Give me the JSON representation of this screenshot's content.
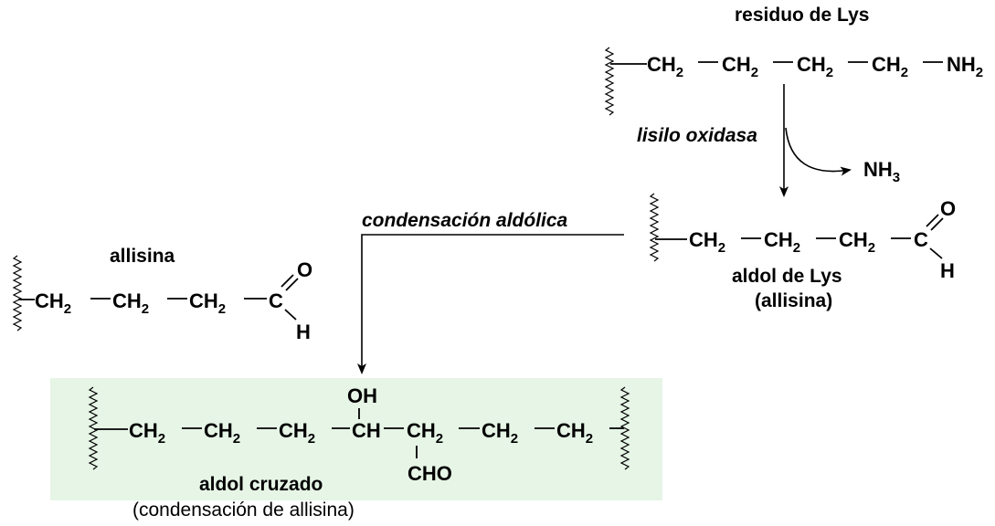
{
  "colors": {
    "highlight": "#e6f5e6",
    "ink": "#000000"
  },
  "lys_residue": {
    "label": "residuo de Lys",
    "groups": [
      "CH",
      "CH",
      "CH",
      "CH",
      "NH"
    ],
    "sub": "2"
  },
  "enzyme": {
    "label": "lisilo oxidasa",
    "byproduct": "NH",
    "byproduct_sub": "3"
  },
  "aldol_lys": {
    "groups": [
      "CH",
      "CH",
      "CH",
      "C"
    ],
    "sub": "2",
    "oxygen": "O",
    "hydrogen": "H",
    "label": "aldol de Lys",
    "label2": "(allisina)"
  },
  "condensation": {
    "label": "condensación aldólica"
  },
  "allisina": {
    "label": "allisina",
    "groups": [
      "CH",
      "CH",
      "CH",
      "C"
    ],
    "sub": "2",
    "oxygen": "O",
    "hydrogen": "H"
  },
  "cross_aldol": {
    "groups": [
      "CH",
      "CH",
      "CH",
      "CH",
      "CH",
      "CH",
      "CH"
    ],
    "sub": "2",
    "oh": "OH",
    "cho": "CHO",
    "label": "aldol cruzado",
    "label2": "(condensación de allisina)"
  }
}
